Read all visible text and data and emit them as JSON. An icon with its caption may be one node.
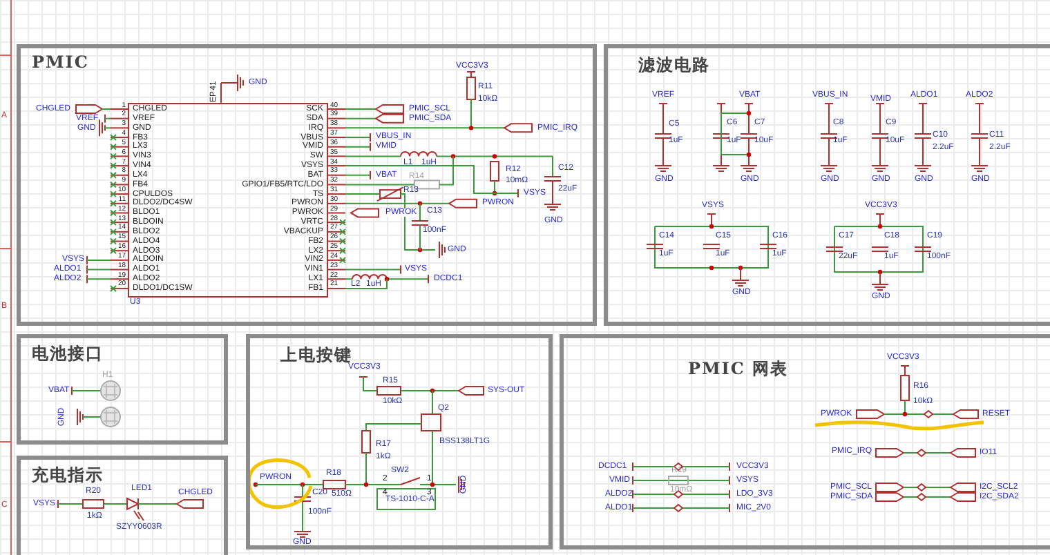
{
  "diagram": {
    "nodes": [
      {
        "text": [
          "PMIC"
        ]
      },
      {
        "text": [
          "滤波电路"
        ]
      },
      {
        "text": [
          "电池接口"
        ]
      },
      {
        "text": [
          "充电指示"
        ]
      },
      {
        "text": [
          "上电按键"
        ]
      },
      {
        "text": [
          "PMIC 网表"
        ]
      }
    ],
    "labels": [
      "A",
      "B",
      "C",
      "GND",
      "EP",
      "41",
      "CHGLED",
      "VREF",
      "GND",
      "VSYS",
      "ALDO1",
      "ALDO2",
      "1",
      "2",
      "3",
      "4",
      "5",
      "6",
      "7",
      "8",
      "9",
      "10",
      "11",
      "12",
      "13",
      "14",
      "15",
      "16",
      "17",
      "18",
      "19",
      "20",
      "CHGLED",
      "VREF",
      "GND",
      "FB3",
      "LX3",
      "VIN3",
      "VIN4",
      "LX4",
      "FB4",
      "CPULDOS",
      "DLDO2/DC4SW",
      "BLDO1",
      "BLDOIN",
      "BLDO2",
      "ALDO4",
      "ALDO3",
      "ALDOIN",
      "ALDO1",
      "ALDO2",
      "DLDO1/DC1SW",
      "40",
      "39",
      "38",
      "37",
      "36",
      "35",
      "34",
      "33",
      "32",
      "31",
      "30",
      "29",
      "28",
      "27",
      "26",
      "25",
      "24",
      "23",
      "22",
      "21",
      "SCK",
      "SDA",
      "IRQ",
      "VBUS",
      "VMID",
      "SW",
      "VSYS",
      "BAT",
      "GPIO1/FB5/RTC/LDO",
      "TS",
      "PWRON",
      "PWROK",
      "VRTC",
      "VBACKUP",
      "FB2",
      "LX2",
      "VIN2",
      "VIN1",
      "LX1",
      "FB1",
      "U3",
      "VCC3V3",
      "R11",
      "10kΩ",
      "PMIC_SCL",
      "PMIC_SDA",
      "PMIC_IRQ",
      "VBUS_IN",
      "VMID",
      "L1",
      "1uH",
      "C12",
      "22uF",
      "GND",
      "R12",
      "10mΩ",
      "VSYS",
      "VBAT",
      "R14",
      "R13",
      "PWRON",
      "PWROK",
      "C13",
      "100nF",
      "GND",
      "VSYS",
      "L2",
      "1uH",
      "DCDC1",
      "VREF",
      "C5",
      "1uF",
      "GND",
      "VBAT",
      "C6",
      "1uF",
      "C7",
      "10uF",
      "GND",
      "VBUS_IN",
      "C8",
      "1uF",
      "GND",
      "VMID",
      "C9",
      "10uF",
      "GND",
      "ALDO1",
      "C10",
      "2.2uF",
      "GND",
      "ALDO2",
      "C11",
      "2.2uF",
      "GND",
      "VSYS",
      "C14",
      "1uF",
      "C15",
      "1uF",
      "C16",
      "1uF",
      "GND",
      "VCC3V3",
      "C17",
      "22uF",
      "C18",
      "1uF",
      "C19",
      "100nF",
      "GND",
      "H1",
      "VBAT",
      "GND",
      "VSYS",
      "R20",
      "1kΩ",
      "LED1",
      "SZYY0603R",
      "CHGLED",
      "VCC3V3",
      "R15",
      "10kΩ",
      "SYS-OUT",
      "Q2",
      "R17",
      "BSS138LT1G",
      "1kΩ",
      "SW2",
      "2",
      "1",
      "4",
      "3",
      "TS-1010-C-A",
      "GND",
      "PWRON",
      "R18",
      "C20",
      "510Ω",
      "100nF",
      "GND",
      "VCC3V3",
      "R16",
      "10kΩ",
      "PWROK",
      "RESET",
      "PMIC_IRQ",
      "IO11",
      "PMIC_SCL",
      "PMIC_SDA",
      "I2C_SCL2",
      "I2C_SDA2",
      "DCDC1",
      "VCC3V3",
      "VMID",
      "R19",
      "10mΩ",
      "VSYS",
      "ALDO2",
      "LDO_3V3",
      "ALDO1",
      "MIC_2V0"
    ]
  }
}
